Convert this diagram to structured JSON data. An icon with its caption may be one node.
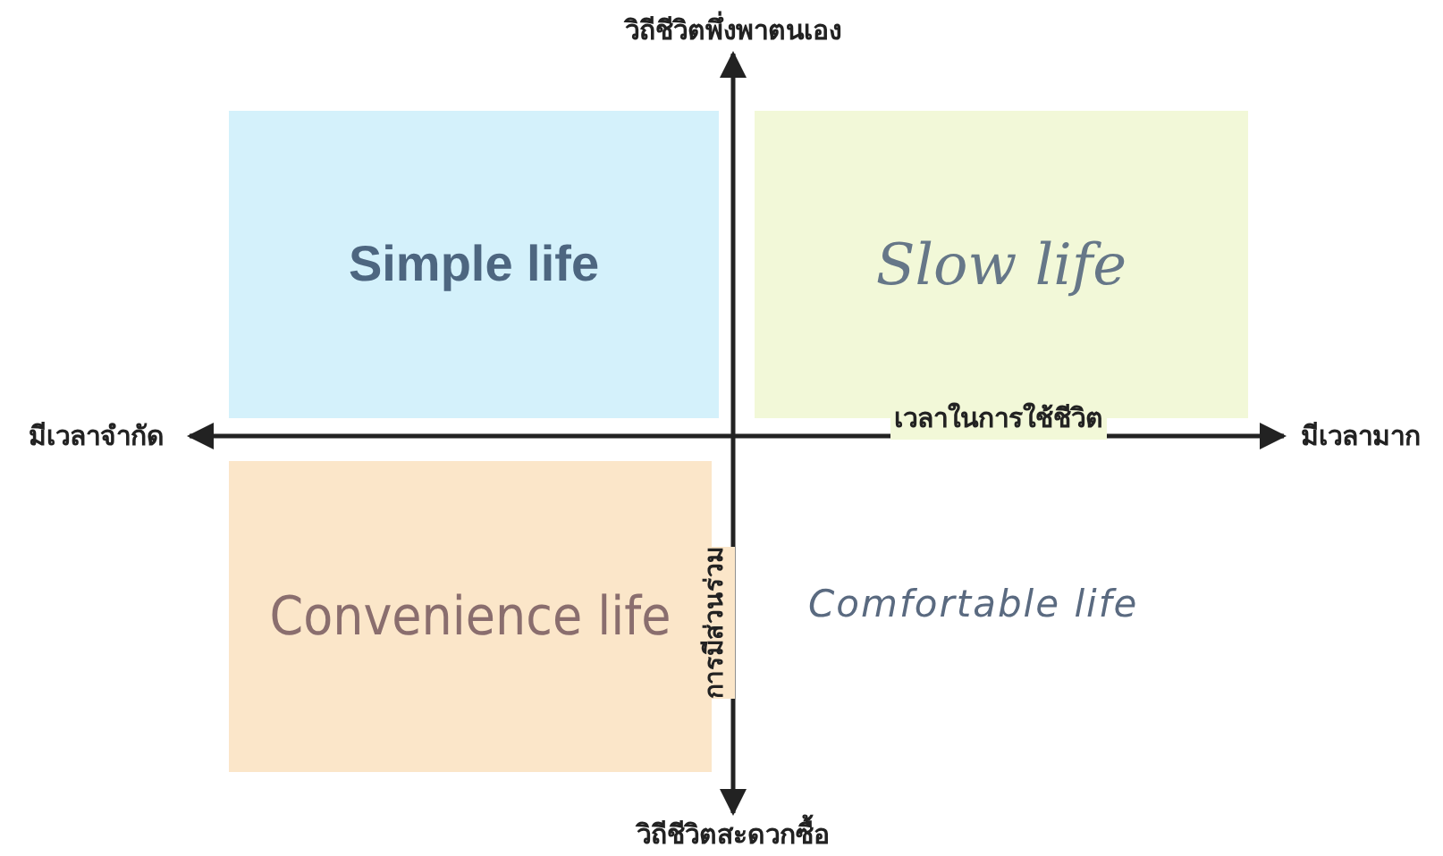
{
  "diagram": {
    "nodes": [
      {
        "text": [
          "วิถีชีวิตพึ่งพาตนเอง"
        ]
      },
      {
        "text": [
          "Simple life"
        ]
      },
      {
        "text": [
          "Slow life"
        ]
      },
      {
        "text": [
          "มีเวลาจำกัด"
        ]
      },
      {
        "text": [
          "มีเวลามาก"
        ]
      },
      {
        "text": [
          "Convenience life"
        ]
      },
      {
        "text": [
          "วิถีชีวิตสะดวกซื้อ"
        ]
      }
    ],
    "edges": [
      {
        "from": 3,
        "to": 4,
        "arrow": "both",
        "label": "เวลาในการใช้ชีวิต"
      },
      {
        "from": 0,
        "to": 6,
        "arrow": "both",
        "label": "การมีส่วนร่วม"
      }
    ],
    "labels": [
      "Comfortable life"
    ]
  }
}
